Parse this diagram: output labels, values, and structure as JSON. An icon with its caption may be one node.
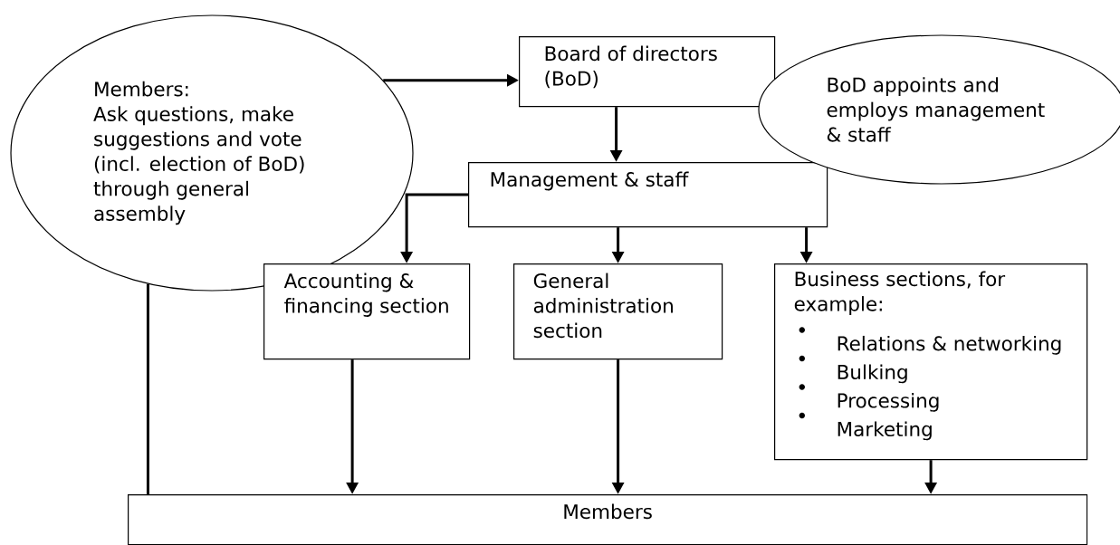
{
  "diagram": {
    "nodes": [
      {
        "text": [
          "Members:",
          "Ask questions, make suggestions and vote (incl. election of BoD) through general assembly"
        ]
      },
      {
        "text": [
          "Board of directors (BoD)"
        ]
      },
      {
        "text": [
          "BoD appoints and employs management & staff"
        ]
      },
      {
        "text": [
          "Management & staff"
        ]
      },
      {
        "text": [
          "Accounting & financing section"
        ]
      },
      {
        "text": [
          "General administration section"
        ]
      },
      {
        "text": [
          "Business sections, for example:",
          "Relations & networking",
          "Bulking",
          "Processing",
          "Marketing"
        ]
      },
      {
        "text": [
          "Members"
        ]
      }
    ],
    "edges": [
      {
        "from": 0,
        "to": 1,
        "arrow": "to"
      },
      {
        "from": 1,
        "to": 3,
        "arrow": "to"
      },
      {
        "from": 3,
        "to": 4,
        "arrow": "to"
      },
      {
        "from": 3,
        "to": 5,
        "arrow": "to"
      },
      {
        "from": 3,
        "to": 6,
        "arrow": "to"
      },
      {
        "from": 4,
        "to": 7,
        "arrow": "to"
      },
      {
        "from": 5,
        "to": 7,
        "arrow": "to"
      },
      {
        "from": 6,
        "to": 7,
        "arrow": "to"
      },
      {
        "from": 0,
        "to": 7,
        "arrow": "none"
      }
    ]
  }
}
